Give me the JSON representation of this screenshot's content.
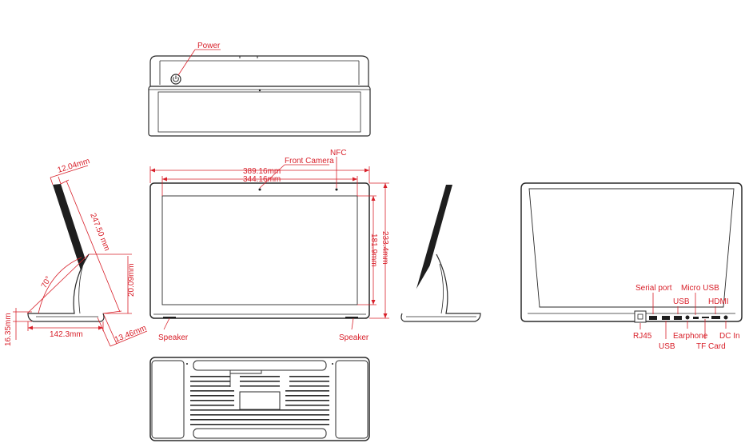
{
  "top_view": {
    "power_label": "Power"
  },
  "front_view": {
    "front_camera_label": "Front Camera",
    "nfc_label": "NFC",
    "width_outer": "389.16mm",
    "width_screen": "344.16mm",
    "height_outer": "233.4mm",
    "height_screen": "181.9mm",
    "speaker_left_label": "Speaker",
    "speaker_right_label": "Speaker"
  },
  "side_view": {
    "top_thickness": "12.04mm",
    "panel_length": "247.50 mm",
    "angle": "70°",
    "stand_height": "20.09mm",
    "base_height": "16.35mm",
    "base_depth": "142.3mm",
    "foot_length": "13.46mm"
  },
  "back_view": {
    "serial_port_label": "Serial port",
    "micro_usb_label": "Micro USB",
    "usb_top_label": "USB",
    "hdmi_label": "HDMI",
    "rj45_label": "RJ45",
    "usb_bottom_label": "USB",
    "earphone_label": "Earphone",
    "tf_card_label": "TF Card",
    "dc_in_label": "DC In"
  },
  "colors": {
    "annotation": "#d8202a",
    "outline": "#2a2a2a",
    "panel": "#1e1e1e"
  }
}
